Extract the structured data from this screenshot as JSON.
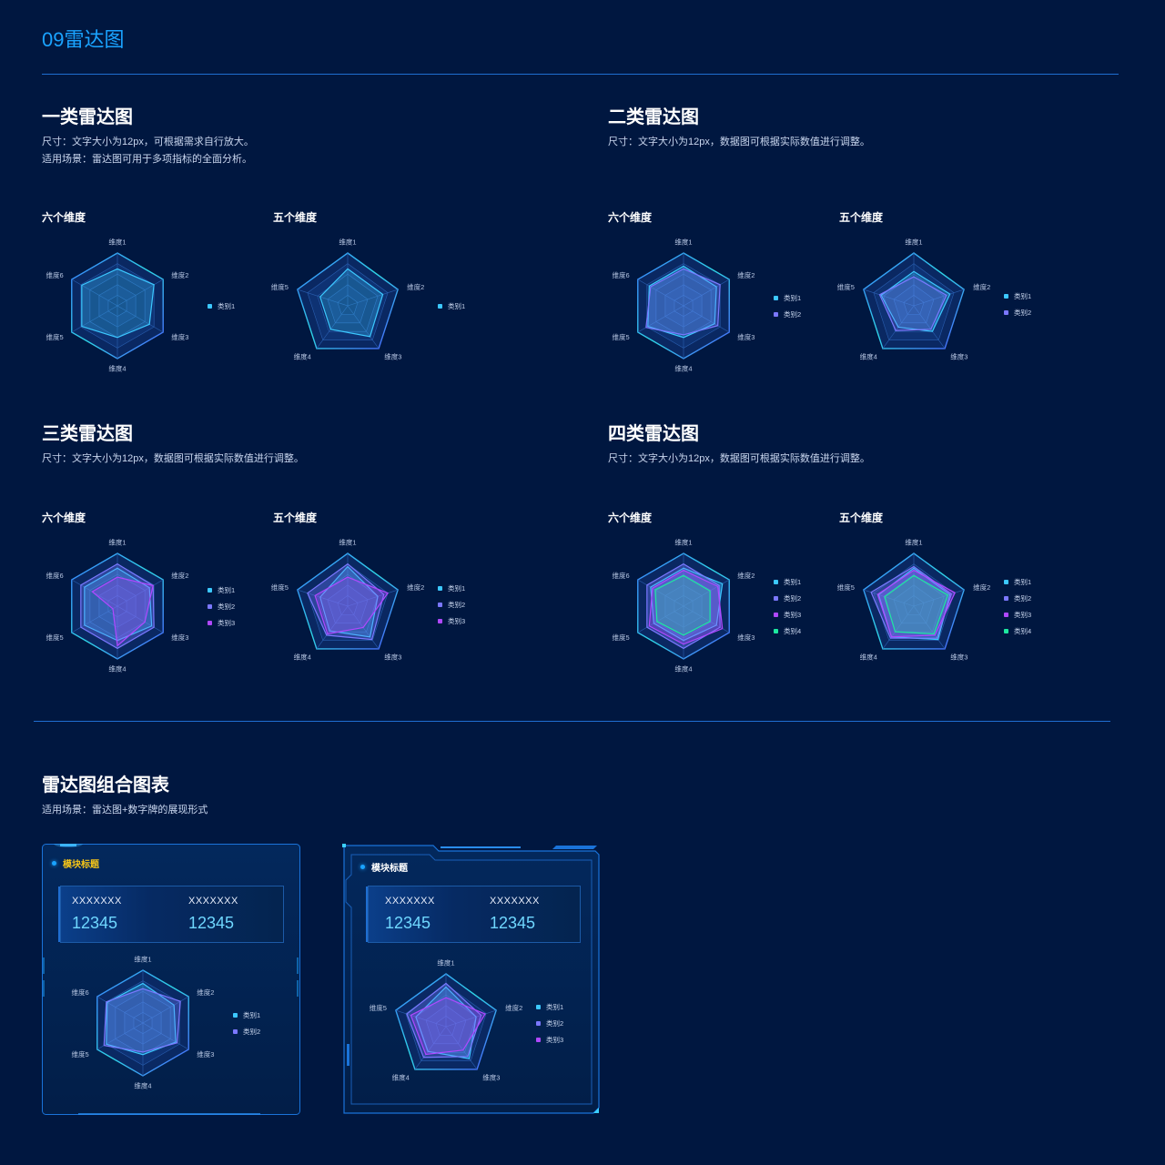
{
  "page": {
    "title": "09雷达图"
  },
  "sections": [
    {
      "title": "一类雷达图",
      "desc": [
        "尺寸：文字大小为12px，可根据需求自行放大。",
        "适用场景：雷达图可用于多项指标的全面分析。"
      ]
    },
    {
      "title": "二类雷达图",
      "desc": [
        "尺寸：文字大小为12px，数据图可根据实际数值进行调整。"
      ]
    },
    {
      "title": "三类雷达图",
      "desc": [
        "尺寸：文字大小为12px，数据图可根据实际数值进行调整。"
      ]
    },
    {
      "title": "四类雷达图",
      "desc": [
        "尺寸：文字大小为12px，数据图可根据实际数值进行调整。"
      ]
    }
  ],
  "subtitles": {
    "six": "六个维度",
    "five": "五个维度"
  },
  "combo": {
    "title": "雷达图组合图表",
    "desc": "适用场景：雷达图+数字牌的展现形式",
    "card1": {
      "title": "模块标题",
      "title_color": "#f5c518",
      "kpis": [
        {
          "label": "XXXXXXX",
          "value": "12345"
        },
        {
          "label": "XXXXXXX",
          "value": "12345"
        }
      ]
    },
    "card2": {
      "title": "模块标题",
      "title_color": "#ffffff",
      "kpis": [
        {
          "label": "XXXXXXX",
          "value": "12345"
        },
        {
          "label": "XXXXXXX",
          "value": "12345"
        }
      ]
    }
  },
  "colors": {
    "background": "#001740",
    "accent": "#1aa3ff",
    "series": [
      "#3cc8ff",
      "#7b78ff",
      "#b048ff",
      "#1de9a0"
    ]
  },
  "chart_data": [
    {
      "id": "c1-six",
      "type": "radar",
      "title": "一类雷达图 - 六个维度",
      "axes": [
        "维度1",
        "维度2",
        "维度3",
        "维度4",
        "维度5",
        "维度6"
      ],
      "max": 100,
      "series": [
        {
          "name": "类别1",
          "values": [
            70,
            80,
            70,
            60,
            78,
            78
          ]
        }
      ]
    },
    {
      "id": "c1-five",
      "type": "radar",
      "title": "一类雷达图 - 五个维度",
      "axes": [
        "维度1",
        "维度2",
        "维度3",
        "维度4",
        "维度5"
      ],
      "max": 100,
      "series": [
        {
          "name": "类别1",
          "values": [
            70,
            70,
            72,
            55,
            55
          ]
        }
      ]
    },
    {
      "id": "c2-six",
      "type": "radar",
      "title": "二类雷达图 - 六个维度",
      "axes": [
        "维度1",
        "维度2",
        "维度3",
        "维度4",
        "维度5",
        "维度6"
      ],
      "max": 100,
      "series": [
        {
          "name": "类别1",
          "values": [
            75,
            72,
            68,
            60,
            78,
            75
          ]
        },
        {
          "name": "类别2",
          "values": [
            70,
            80,
            75,
            55,
            82,
            72
          ]
        }
      ]
    },
    {
      "id": "c2-five",
      "type": "radar",
      "title": "二类雷达图 - 五个维度",
      "axes": [
        "维度1",
        "维度2",
        "维度3",
        "维度4",
        "维度5"
      ],
      "max": 100,
      "series": [
        {
          "name": "类别1",
          "values": [
            65,
            72,
            60,
            50,
            65
          ]
        },
        {
          "name": "类别2",
          "values": [
            55,
            65,
            55,
            58,
            68
          ]
        }
      ]
    },
    {
      "id": "c3-six",
      "type": "radar",
      "title": "三类雷达图 - 六个维度",
      "axes": [
        "维度1",
        "维度2",
        "维度3",
        "维度4",
        "维度5",
        "维度6"
      ],
      "max": 100,
      "series": [
        {
          "name": "类别1",
          "values": [
            72,
            70,
            75,
            65,
            72,
            72
          ]
        },
        {
          "name": "类别2",
          "values": [
            80,
            78,
            80,
            80,
            80,
            80
          ]
        },
        {
          "name": "类别3",
          "values": [
            55,
            78,
            60,
            75,
            10,
            55
          ]
        }
      ]
    },
    {
      "id": "c3-five",
      "type": "radar",
      "title": "三类雷达图 - 五个维度",
      "axes": [
        "维度1",
        "维度2",
        "维度3",
        "维度4",
        "维度5"
      ],
      "max": 100,
      "series": [
        {
          "name": "类别1",
          "values": [
            75,
            60,
            72,
            58,
            55
          ]
        },
        {
          "name": "类别2",
          "values": [
            80,
            72,
            78,
            68,
            80
          ]
        },
        {
          "name": "类别3",
          "values": [
            55,
            80,
            50,
            65,
            65
          ]
        }
      ]
    },
    {
      "id": "c4-six",
      "type": "radar",
      "title": "四类雷达图 - 六个维度",
      "axes": [
        "维度1",
        "维度2",
        "维度3",
        "维度4",
        "维度5",
        "维度6"
      ],
      "max": 100,
      "series": [
        {
          "name": "类别1",
          "values": [
            72,
            85,
            72,
            65,
            65,
            72
          ]
        },
        {
          "name": "类别2",
          "values": [
            80,
            78,
            80,
            80,
            80,
            80
          ]
        },
        {
          "name": "类别3",
          "values": [
            68,
            75,
            85,
            72,
            75,
            68
          ]
        },
        {
          "name": "类别4",
          "values": [
            58,
            58,
            58,
            55,
            58,
            62
          ]
        }
      ]
    },
    {
      "id": "c4-five",
      "type": "radar",
      "title": "四类雷达图 - 五个维度",
      "axes": [
        "维度1",
        "维度2",
        "维度3",
        "维度4",
        "维度5"
      ],
      "max": 100,
      "series": [
        {
          "name": "类别1",
          "values": [
            72,
            72,
            78,
            72,
            70
          ]
        },
        {
          "name": "类别2",
          "values": [
            75,
            75,
            75,
            75,
            85
          ]
        },
        {
          "name": "类别3",
          "values": [
            68,
            82,
            68,
            72,
            72
          ]
        },
        {
          "name": "类别4",
          "values": [
            58,
            68,
            65,
            60,
            58
          ]
        }
      ]
    },
    {
      "id": "combo-six",
      "type": "radar",
      "title": "组合图表1 - 六个维度",
      "axes": [
        "维度1",
        "维度2",
        "维度3",
        "维度4",
        "维度5",
        "维度6"
      ],
      "max": 100,
      "series": [
        {
          "name": "类别1",
          "values": [
            75,
            68,
            72,
            60,
            80,
            78
          ]
        },
        {
          "name": "类别2",
          "values": [
            65,
            82,
            75,
            55,
            85,
            80
          ]
        }
      ]
    },
    {
      "id": "combo-five",
      "type": "radar",
      "title": "组合图表2 - 五个维度",
      "axes": [
        "维度1",
        "维度2",
        "维度3",
        "维度4",
        "维度5"
      ],
      "max": 100,
      "series": [
        {
          "name": "类别1",
          "values": [
            75,
            60,
            75,
            58,
            60
          ]
        },
        {
          "name": "类别2",
          "values": [
            82,
            70,
            70,
            72,
            78
          ]
        },
        {
          "name": "类别3",
          "values": [
            55,
            78,
            55,
            65,
            70
          ]
        }
      ]
    }
  ]
}
